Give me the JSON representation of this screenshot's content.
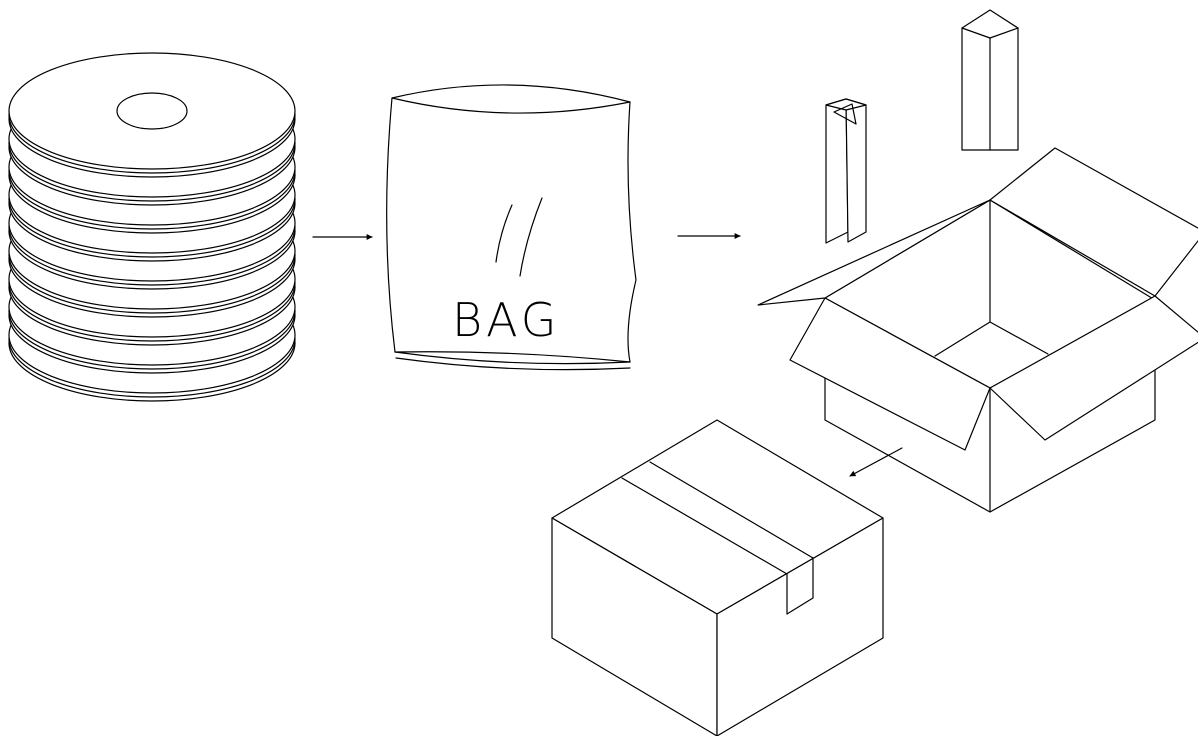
{
  "bag": {
    "label": "BAG"
  },
  "colors": {
    "line": "#000000",
    "background": "#ffffff"
  },
  "steps": [
    "disc-stack",
    "bag",
    "carton-with-corner-guards",
    "sealed-carton"
  ]
}
